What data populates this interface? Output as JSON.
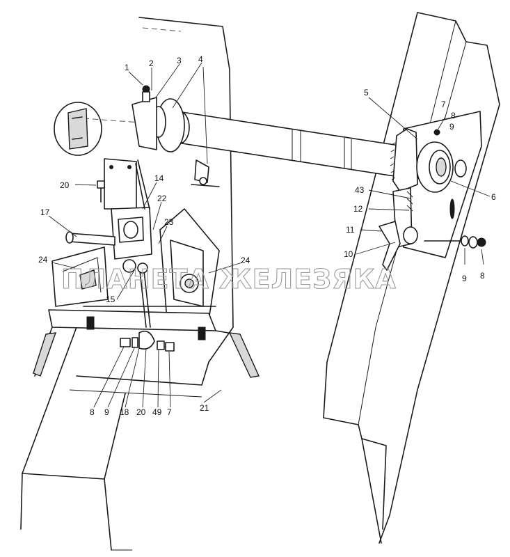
{
  "watermark": "ПЛАНЕТА ЖЕЛЕЗЯКА",
  "callouts": [
    {
      "id": "c1",
      "text": "1"
    },
    {
      "id": "c2",
      "text": "2"
    },
    {
      "id": "c3",
      "text": "3"
    },
    {
      "id": "c4",
      "text": "4"
    },
    {
      "id": "c5",
      "text": "5"
    },
    {
      "id": "c7a",
      "text": "7"
    },
    {
      "id": "c8a",
      "text": "8"
    },
    {
      "id": "c9a",
      "text": "9"
    },
    {
      "id": "c6",
      "text": "6"
    },
    {
      "id": "c43",
      "text": "43"
    },
    {
      "id": "c12",
      "text": "12"
    },
    {
      "id": "c11",
      "text": "11"
    },
    {
      "id": "c10",
      "text": "10"
    },
    {
      "id": "c9b",
      "text": "9"
    },
    {
      "id": "c8b",
      "text": "8"
    },
    {
      "id": "c20a",
      "text": "20"
    },
    {
      "id": "c14",
      "text": "14"
    },
    {
      "id": "c22",
      "text": "22"
    },
    {
      "id": "c23",
      "text": "23"
    },
    {
      "id": "c17",
      "text": "17"
    },
    {
      "id": "c24a",
      "text": "24"
    },
    {
      "id": "c24b",
      "text": "24"
    },
    {
      "id": "c15",
      "text": "15"
    },
    {
      "id": "c8c",
      "text": "8"
    },
    {
      "id": "c9c",
      "text": "9"
    },
    {
      "id": "c18",
      "text": "18"
    },
    {
      "id": "c20b",
      "text": "20"
    },
    {
      "id": "c49",
      "text": "49"
    },
    {
      "id": "c7b",
      "text": "7"
    },
    {
      "id": "c21",
      "text": "21"
    }
  ]
}
